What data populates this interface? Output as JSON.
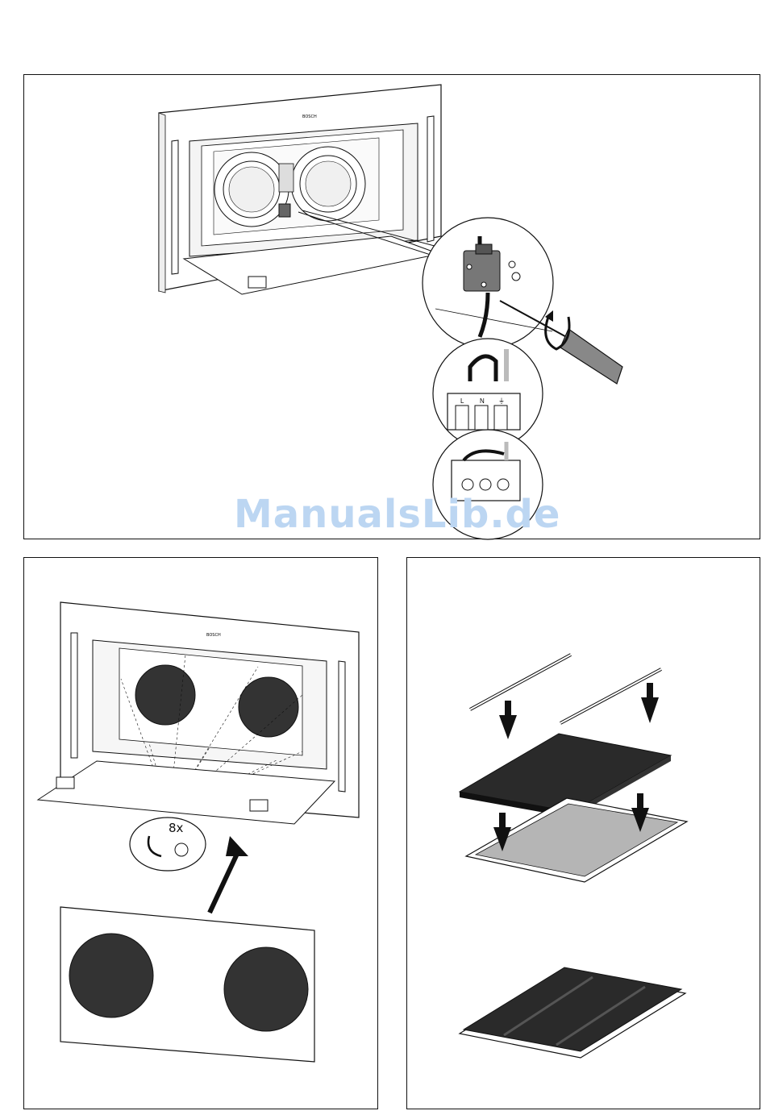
{
  "watermark": {
    "text": "ManualsLib.de"
  },
  "top_panel": {
    "brand": "BOSCH",
    "terminal_labels": [
      "L",
      "N",
      "⏚"
    ]
  },
  "bottom_left_panel": {
    "brand": "BOSCH",
    "screw_count": "8x"
  },
  "colors": {
    "frame": "#111111",
    "filter_dark": "#2a2a2a",
    "filter_grey": "#b5b5b5",
    "watermark": "#bcd6f2"
  }
}
